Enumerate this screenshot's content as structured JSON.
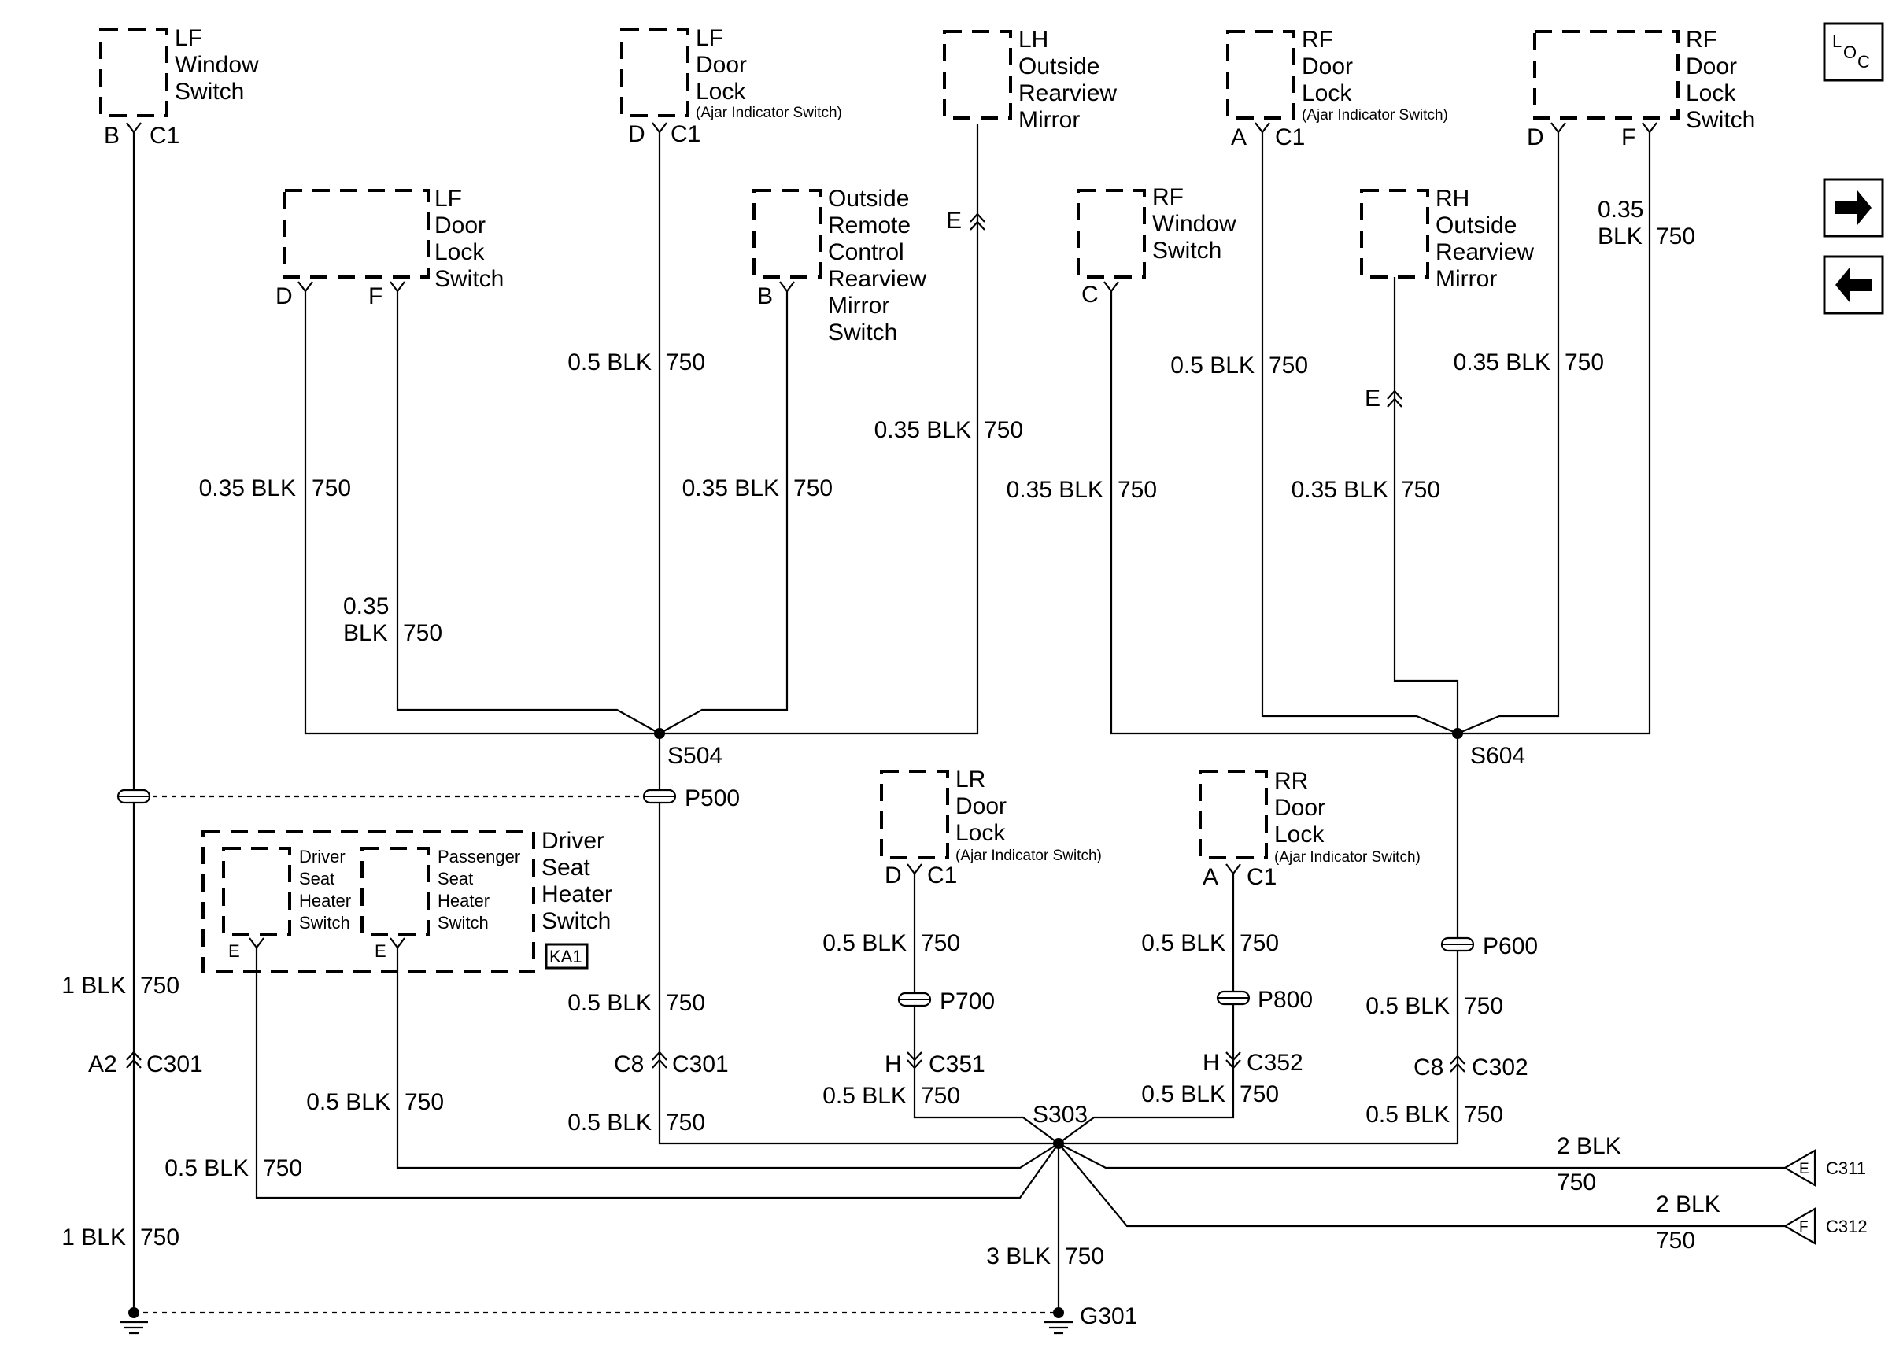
{
  "components": {
    "lf_window_switch": [
      "LF",
      "Window",
      "Switch"
    ],
    "lf_door_lock_ajar": [
      "LF",
      "Door",
      "Lock"
    ],
    "lh_outside_mirror": [
      "LH",
      "Outside",
      "Rearview",
      "Mirror"
    ],
    "rf_door_lock_ajar": [
      "RF",
      "Door",
      "Lock"
    ],
    "rf_door_lock_switch": [
      "RF",
      "Door",
      "Lock",
      "Switch"
    ],
    "lf_door_lock_switch": [
      "LF",
      "Door",
      "Lock",
      "Switch"
    ],
    "outside_remote_mirror_switch": [
      "Outside",
      "Remote",
      "Control",
      "Rearview",
      "Mirror",
      "Switch"
    ],
    "rf_window_switch": [
      "RF",
      "Window",
      "Switch"
    ],
    "rh_outside_mirror": [
      "RH",
      "Outside",
      "Rearview",
      "Mirror"
    ],
    "lr_door_lock": [
      "LR",
      "Door",
      "Lock"
    ],
    "rr_door_lock": [
      "RR",
      "Door",
      "Lock"
    ],
    "driver_seat_heater_switch": [
      "Driver",
      "Seat",
      "Heater",
      "Switch"
    ],
    "passenger_seat_heater_switch": [
      "Passenger",
      "Seat",
      "Heater",
      "Switch"
    ],
    "seat_heater_switch_group": [
      "Driver",
      "Seat",
      "Heater",
      "Switch"
    ],
    "ajar_indicator_switch": "(Ajar Indicator Switch)",
    "option_code": "KA1"
  },
  "pins": {
    "lf_window": [
      "B",
      "C1"
    ],
    "lf_door_lock": [
      "D",
      "C1"
    ],
    "rf_door_lock": [
      "A",
      "C1"
    ],
    "rf_lock_switch": [
      "D",
      "F"
    ],
    "lf_lock_switch": [
      "D",
      "F"
    ],
    "remote_mirror": "B",
    "rf_window": "C",
    "lh_mirror_inline": "E",
    "rh_mirror_inline": "E",
    "lr_lock": [
      "D",
      "C1"
    ],
    "rr_lock": [
      "A",
      "C1"
    ],
    "seat_heater_driver": "E",
    "seat_heater_passenger": "E"
  },
  "splices": {
    "s504": "S504",
    "s604": "S604",
    "s303": "S303"
  },
  "connectors": {
    "p500": "P500",
    "p600": "P600",
    "p700": "P700",
    "p800": "P800",
    "c301_a2": [
      "A2",
      "C301"
    ],
    "c301_c8": [
      "C8",
      "C301"
    ],
    "c351": [
      "H",
      "C351"
    ],
    "c352": [
      "H",
      "C352"
    ],
    "c302": [
      "C8",
      "C302"
    ],
    "c311": [
      "E",
      "C311"
    ],
    "c312": [
      "F",
      "C312"
    ]
  },
  "grounds": {
    "g301": "G301"
  },
  "wires": {
    "w_035_blk": "0.35 BLK",
    "w_05_blk": "0.5 BLK",
    "w_1_blk": "1 BLK",
    "w_2_blk": "2 BLK",
    "w_3_blk": "3 BLK",
    "circuit": "750",
    "w_035": "0.35",
    "w_blk": "BLK"
  },
  "nav": {
    "loc_letters": [
      "L",
      "O",
      "C"
    ],
    "next_arrow": "arrow-right-icon",
    "prev_arrow": "arrow-left-icon"
  }
}
